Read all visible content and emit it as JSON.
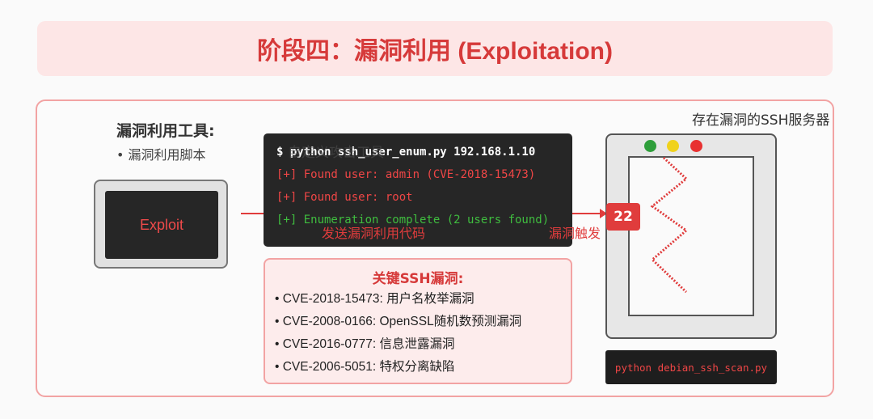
{
  "title": "阶段四：漏洞利用 (Exploitation)",
  "tools": {
    "heading": "漏洞利用工具:",
    "item": "• 漏洞利用脚本"
  },
  "exploit": {
    "label": "Exploit"
  },
  "terminal": {
    "overlay_title": "自定义攻击工具",
    "lines": [
      "$ python ssh_user_enum.py 192.168.1.10",
      "[+] Found user: admin (CVE-2018-15473)",
      "[+] Found user: root",
      "[+] Enumeration complete (2 users found)"
    ]
  },
  "labels": {
    "send": "发送漏洞利用代码",
    "trigger": "漏洞触发"
  },
  "vulns": {
    "heading": "关键SSH漏洞:",
    "items": [
      "• CVE-2018-15473: 用户名枚举漏洞",
      "• CVE-2008-0166: OpenSSL随机数预测漏洞",
      "• CVE-2016-0777: 信息泄露漏洞",
      "• CVE-2006-5051: 特权分离缺陷"
    ]
  },
  "server": {
    "label": "存在漏洞的SSH服务器",
    "port": "22",
    "command": "python debian_ssh_scan.py"
  },
  "colors": {
    "accent": "#e03c3c",
    "title_bg": "#fde6e6",
    "terminal_bg": "#262626",
    "success_green": "#3fbd3f"
  }
}
